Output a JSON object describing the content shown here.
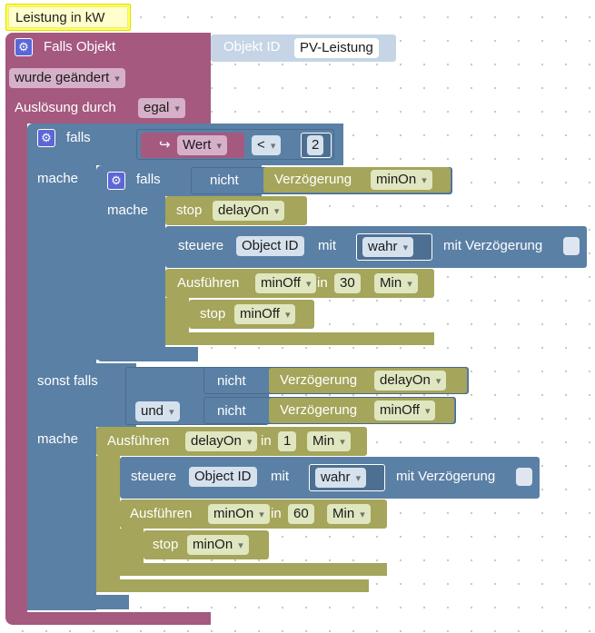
{
  "comment_label": "Leistung in kW",
  "trigger": {
    "title": "Falls Objekt",
    "object_id_label": "Objekt ID",
    "object_id_value": "PV-Leistung",
    "change_option": "wurde geändert",
    "trigger_label": "Auslösung durch",
    "trigger_value": "egal"
  },
  "if_block": {
    "if_label": "falls",
    "compare_var": "Wert",
    "operator": "<",
    "compare_value": "2",
    "do_label": "mache",
    "inner_if": {
      "if_label": "falls",
      "not_label": "nicht",
      "delay_label": "Verzögerung",
      "delay_value": "minOn",
      "do_label": "mache",
      "stop_label": "stop",
      "stop_value": "delayOn",
      "control_label": "steuere",
      "control_object": "Object ID",
      "with_label": "mit",
      "control_value": "wahr",
      "with_delay_label": "mit Verzögerung",
      "exec_label": "Ausführen",
      "exec_name": "minOff",
      "in_label": "in",
      "exec_amount": "30",
      "exec_unit": "Min",
      "inner_stop_label": "stop",
      "inner_stop_value": "minOff"
    },
    "else_if_label": "sonst falls",
    "cond1_not": "nicht",
    "cond1_delay_label": "Verzögerung",
    "cond1_delay_value": "delayOn",
    "and_label": "und",
    "cond2_not": "nicht",
    "cond2_delay_label": "Verzögerung",
    "cond2_delay_value": "minOff",
    "do2_label": "mache",
    "exec2_label": "Ausführen",
    "exec2_name": "delayOn",
    "exec2_in": "in",
    "exec2_amount": "1",
    "exec2_unit": "Min",
    "control2_label": "steuere",
    "control2_object": "Object ID",
    "control2_with": "mit",
    "control2_value": "wahr",
    "control2_with_delay": "mit Verzögerung",
    "exec3_label": "Ausführen",
    "exec3_name": "minOn",
    "exec3_in": "in",
    "exec3_amount": "60",
    "exec3_unit": "Min",
    "stop3_label": "stop",
    "stop3_value": "minOn"
  }
}
